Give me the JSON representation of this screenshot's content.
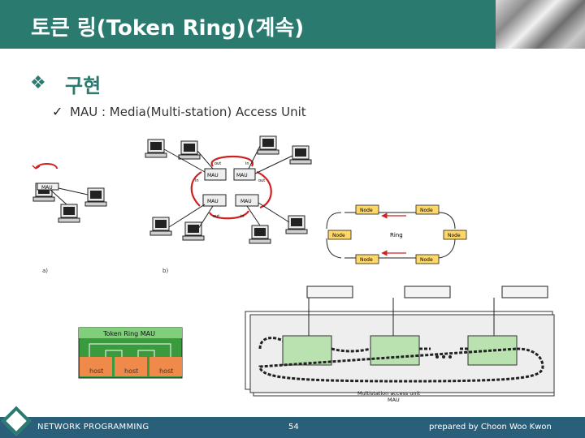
{
  "slide": {
    "title": "토큰 링(Token Ring)(계속)",
    "bullet": "구현",
    "sub_bullet": "MAU : Media(Multi-station) Access Unit"
  },
  "figure_a": {
    "label": "a)",
    "mau_label": "MAU"
  },
  "figure_b": {
    "label": "b)",
    "mau_label": "MAU",
    "ports": [
      "out",
      "in",
      "in",
      "out",
      "out",
      "in"
    ]
  },
  "ring_diagram": {
    "nodes": [
      "Node",
      "Node",
      "Node",
      "Node",
      "Node",
      "Node"
    ],
    "center_label": "Ring"
  },
  "token_ring_mau": {
    "title": "Token Ring MAU",
    "hosts": [
      "host",
      "host",
      "host"
    ]
  },
  "multistation": {
    "caption_line1": "Multistation access unit",
    "caption_line2": "MAU"
  },
  "footer": {
    "left": "NETWORK PROGRAMMING",
    "page": "54",
    "right": "prepared by Choon Woo Kwon"
  },
  "colors": {
    "header": "#2a7a6f",
    "footer": "#2a5f7a",
    "ring_red": "#cc2222",
    "node_fill": "#ffd766",
    "mau_orange": "#f08a4b",
    "mau_green": "#37b24d"
  }
}
